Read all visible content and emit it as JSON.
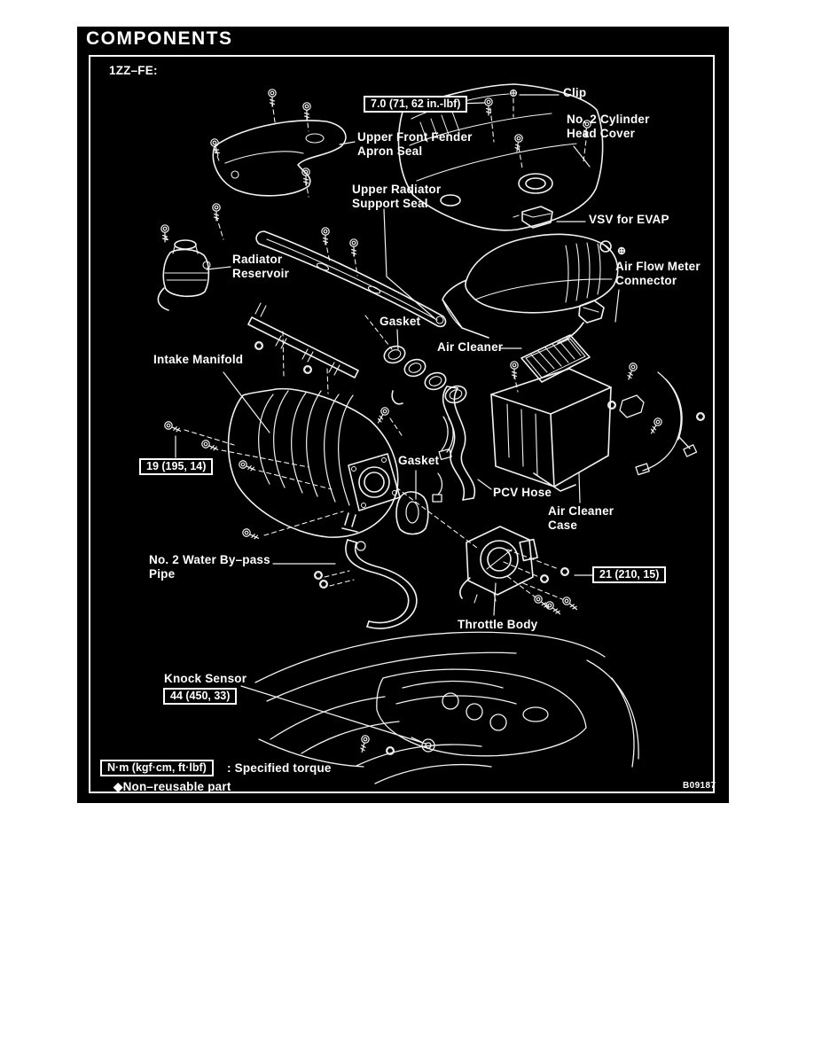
{
  "page": {
    "title": "COMPONENTS",
    "engine_code": "1ZZ–FE:",
    "figure_id": "B09187"
  },
  "labels": {
    "clip": "Clip",
    "no2_cylinder_head_cover": "No. 2 Cylinder\nHead Cover",
    "upper_front_fender_apron_seal": "Upper Front Fender\nApron Seal",
    "upper_radiator_support_seal": "Upper Radiator\nSupport Seal",
    "radiator_reservoir": "Radiator\nReservoir",
    "vsv_for_evap": "VSV for EVAP",
    "air_flow_meter_connector": "Air Flow Meter\nConnector",
    "gasket_intake": "Gasket",
    "air_cleaner": "Air Cleaner",
    "intake_manifold": "Intake Manifold",
    "gasket_throttle": "Gasket",
    "pcv_hose": "PCV Hose",
    "air_cleaner_case": "Air Cleaner\nCase",
    "no2_water_bypass_pipe": "No. 2 Water By–pass\nPipe",
    "throttle_body": "Throttle Body",
    "knock_sensor": "Knock Sensor"
  },
  "torque_specs": {
    "cylinder_head_cover": "7.0 (71, 62 in.-lbf)",
    "intake_manifold": "19 (195, 14)",
    "throttle_body": "21 (210, 15)",
    "knock_sensor": "44 (450, 33)"
  },
  "legend": {
    "torque_unit": "N·m (kgf·cm, ft·lbf)",
    "torque_description": ": Specified torque",
    "non_reusable": "◆Non–reusable part"
  }
}
